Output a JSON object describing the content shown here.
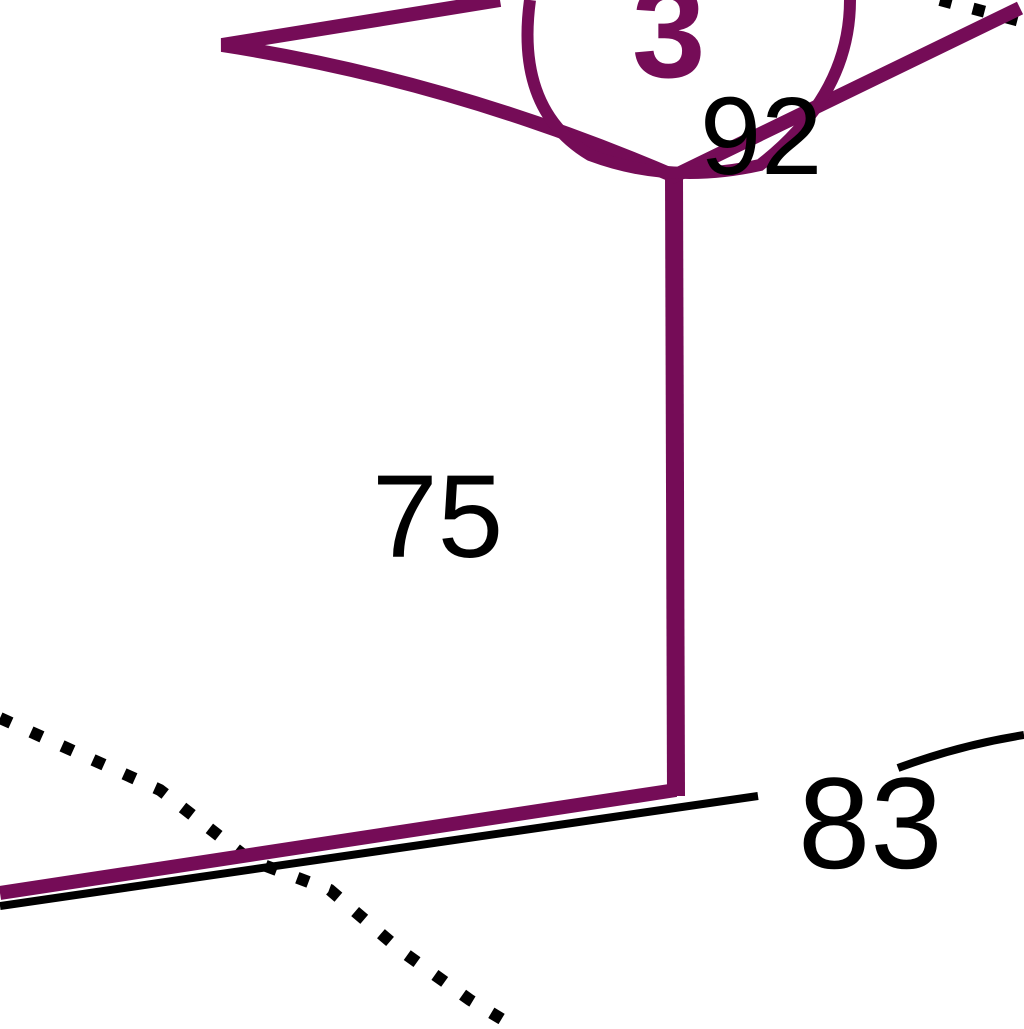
{
  "map": {
    "labels": {
      "main": "75",
      "upper_right": "92",
      "lower_right": "83",
      "circled": "3"
    },
    "colors": {
      "route": "#750c57",
      "boundary": "#000000",
      "background": "#ffffff",
      "text": "#000000"
    }
  }
}
